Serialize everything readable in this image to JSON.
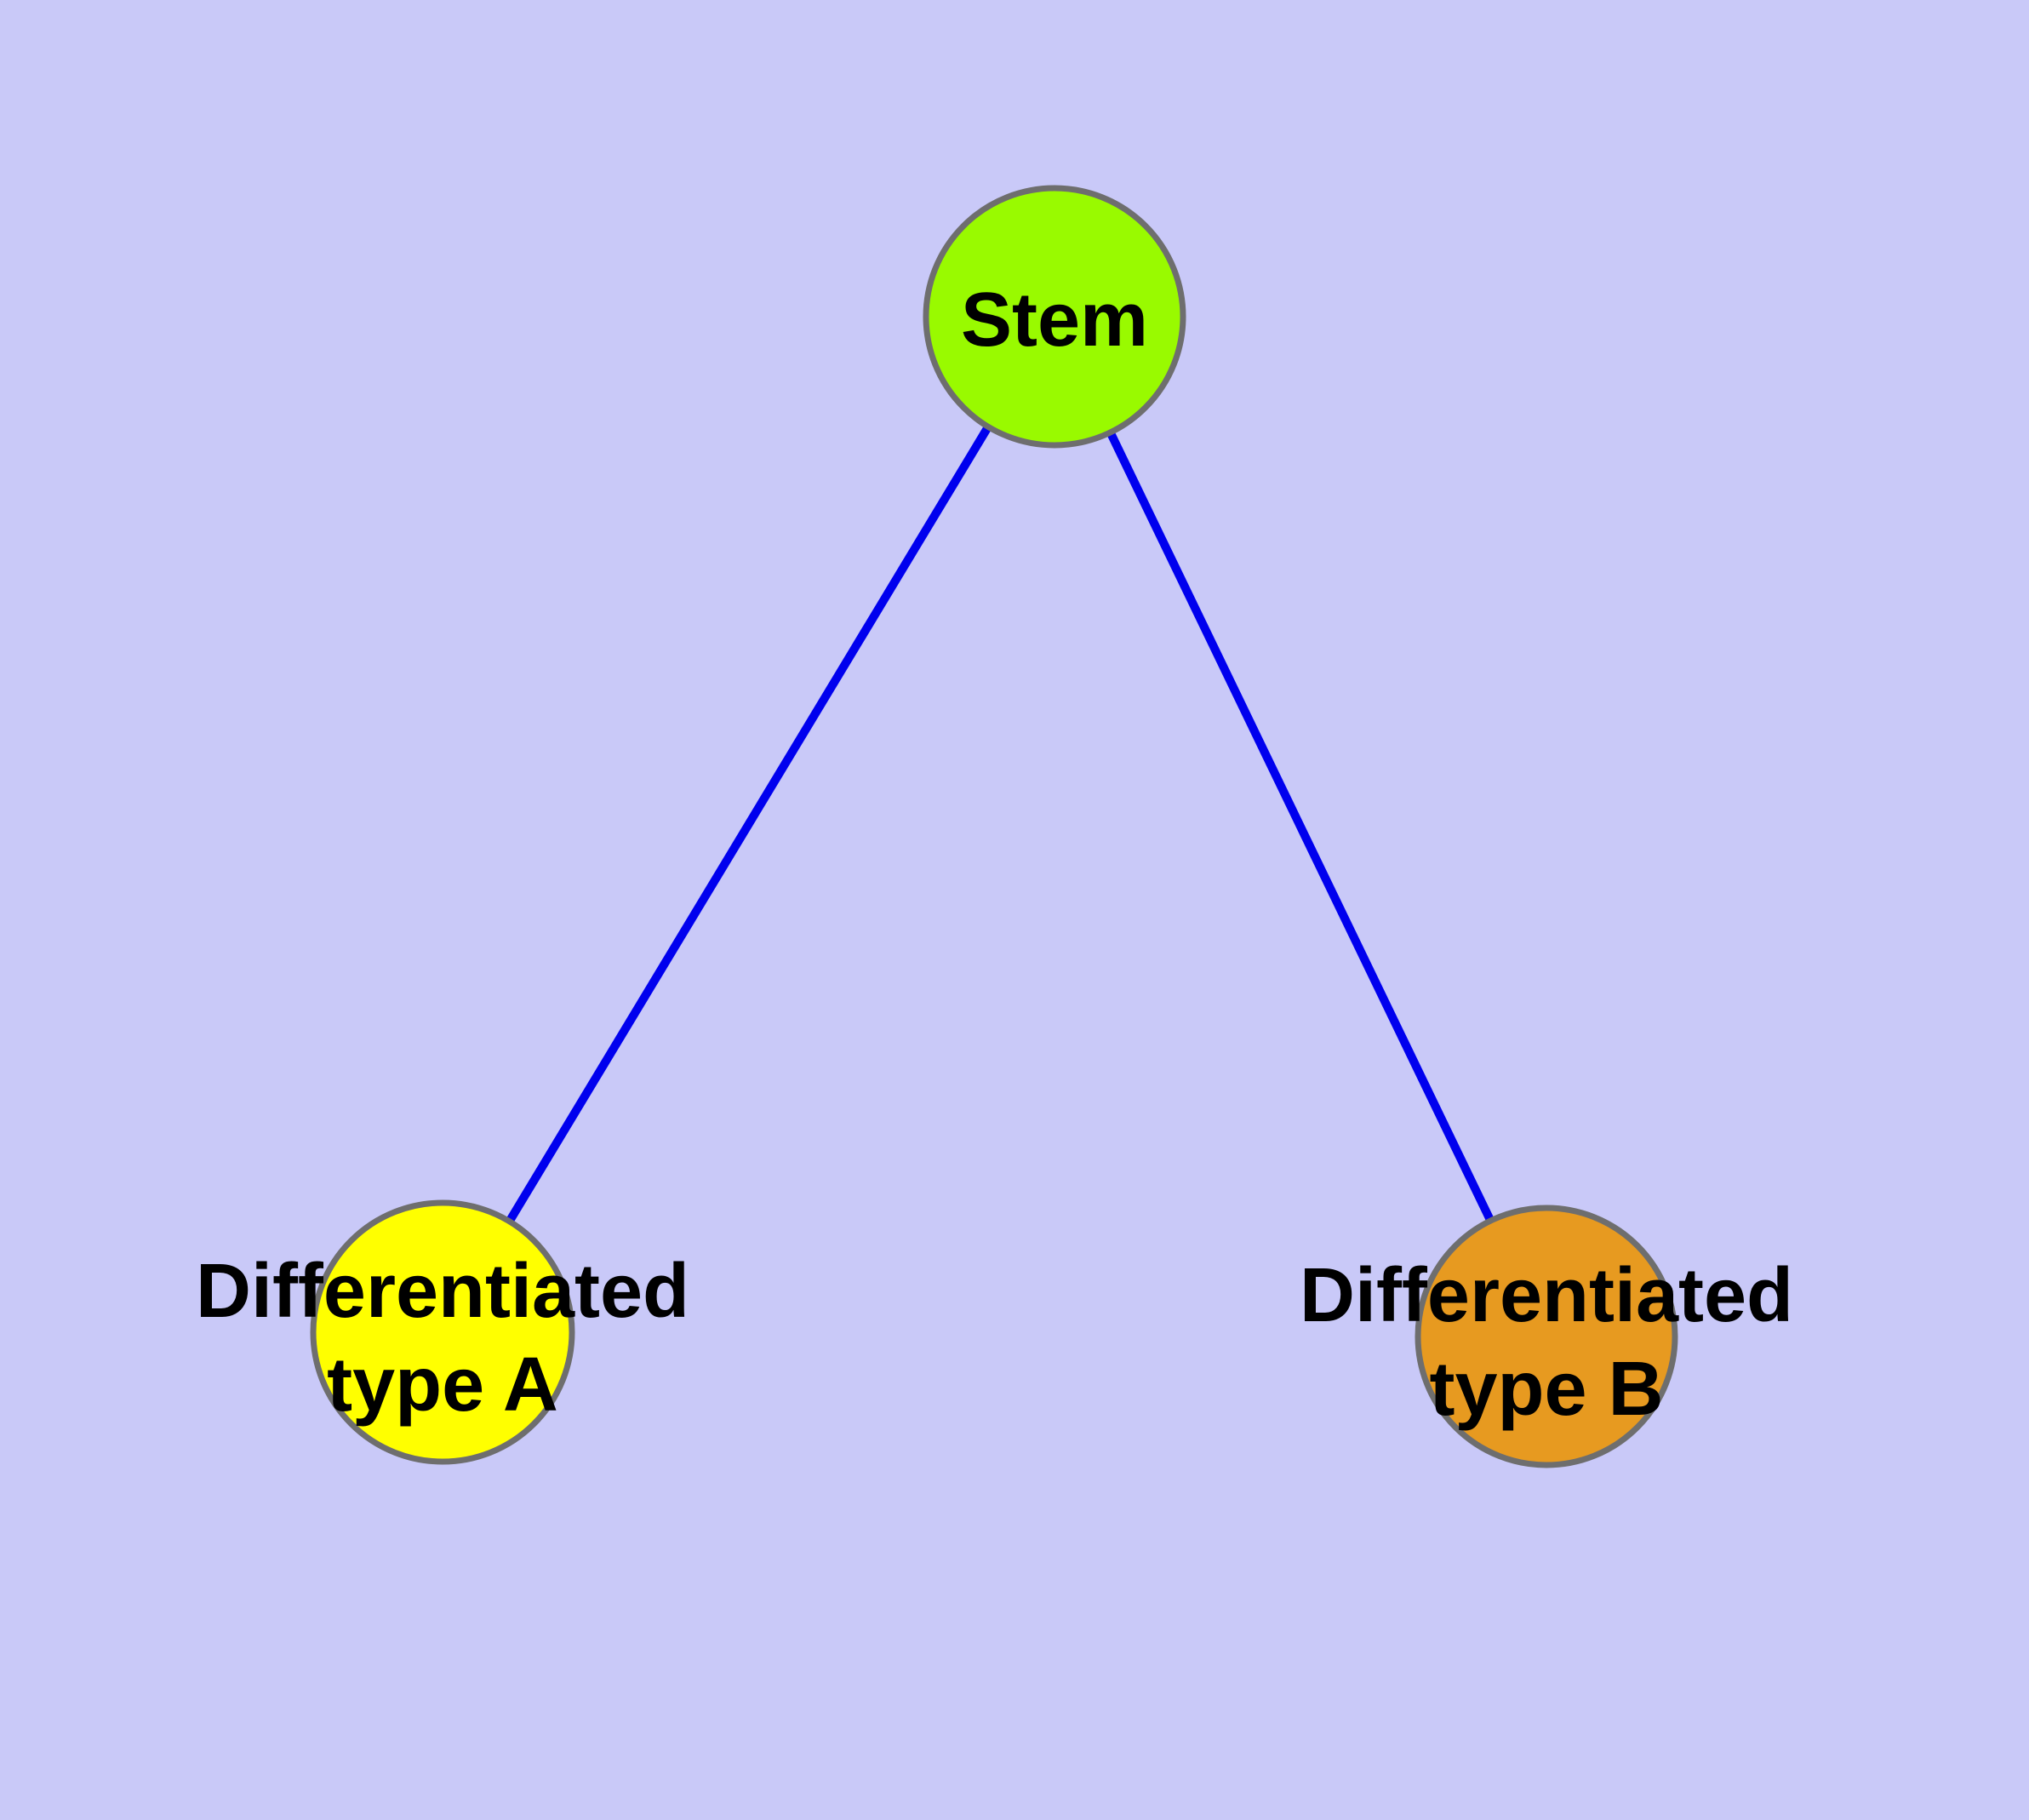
{
  "diagram": {
    "background_color": "#C9C9F8",
    "edge_color": "#0000EE",
    "node_border_color": "#6E6E6E",
    "label_color": "#000000",
    "nodes": [
      {
        "id": "stem",
        "label": "Stem",
        "lines": [
          "Stem"
        ],
        "color": "#99FA00"
      },
      {
        "id": "differentiated-type-a",
        "label": "Differentiated type A",
        "lines": [
          "Differentiated",
          "type A"
        ],
        "color": "#FFFF00"
      },
      {
        "id": "differentiated-type-b",
        "label": "Differentiated type B",
        "lines": [
          "Differentiated",
          "type B"
        ],
        "color": "#E79A20"
      }
    ],
    "edges": [
      {
        "from": "stem",
        "to": "differentiated-type-a"
      },
      {
        "from": "stem",
        "to": "differentiated-type-b"
      }
    ]
  }
}
